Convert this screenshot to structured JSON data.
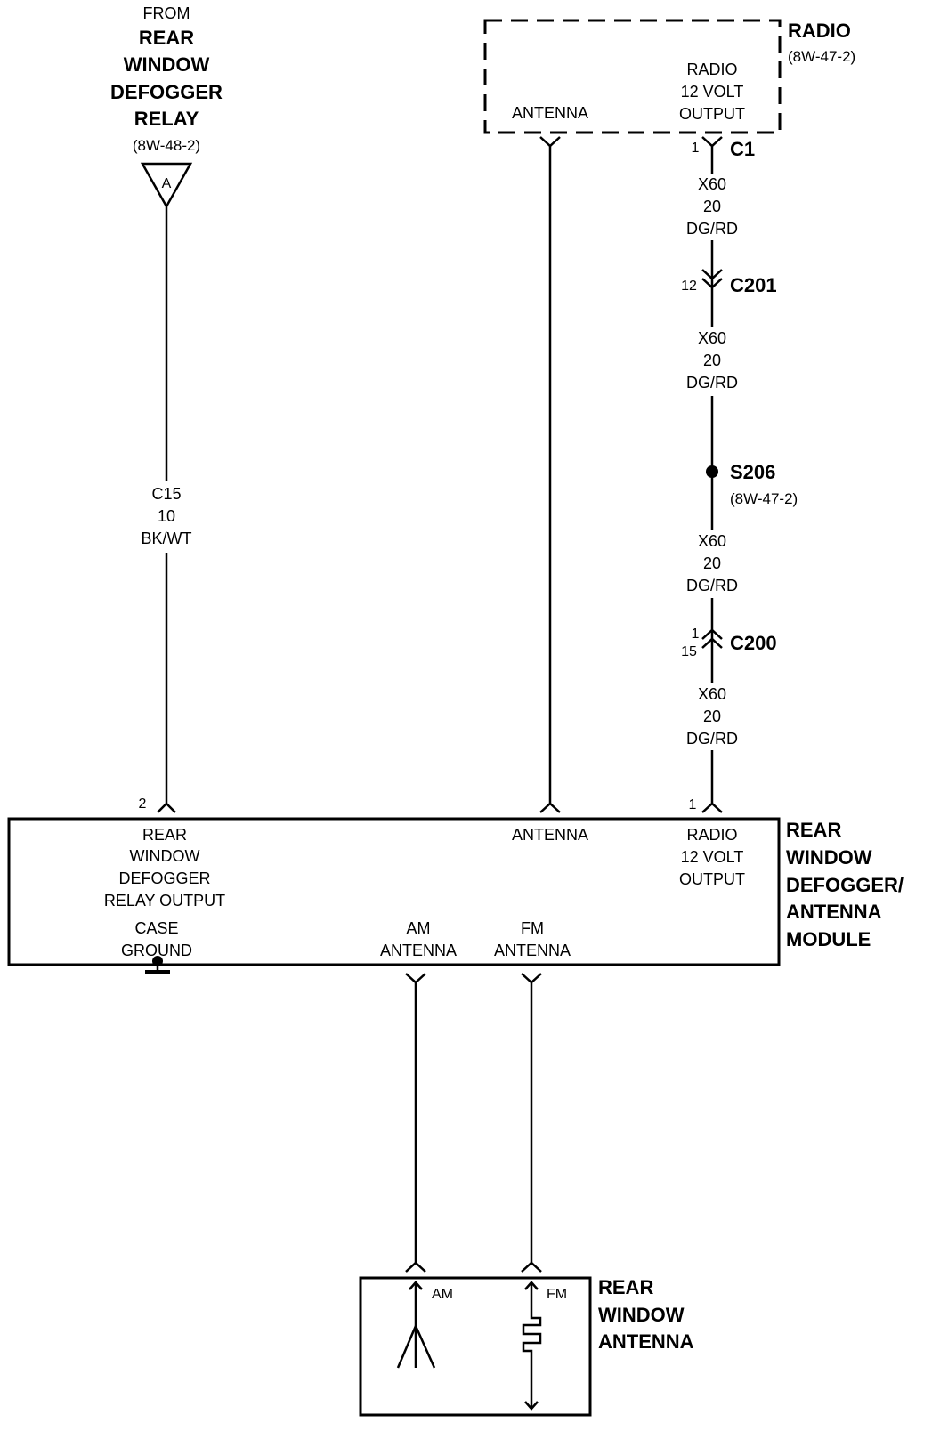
{
  "colors": {
    "ink": "#000000",
    "paper": "#ffffff"
  },
  "source": {
    "from_label": "FROM",
    "name_lines": [
      "REAR",
      "WINDOW",
      "DEFOGGER",
      "RELAY"
    ],
    "ref": "(8W-48-2)",
    "connector_letter": "A"
  },
  "defogger_wire": {
    "circuit": "C15",
    "gauge": "10",
    "color": "BK/WT"
  },
  "radio": {
    "name": "RADIO",
    "ref": "(8W-47-2)",
    "antenna_label": "ANTENNA",
    "output_label_lines": [
      "RADIO",
      "12 VOLT",
      "OUTPUT"
    ]
  },
  "feed_circuit": {
    "c1": {
      "name": "C1",
      "pin": "1"
    },
    "c201": {
      "name": "C201",
      "pin": "12"
    },
    "s206": {
      "name": "S206",
      "ref": "(8W-47-2)"
    },
    "c200": {
      "name": "C200",
      "pins": [
        "1",
        "15"
      ]
    },
    "segments": [
      {
        "circuit": "X60",
        "gauge": "20",
        "color": "DG/RD"
      },
      {
        "circuit": "X60",
        "gauge": "20",
        "color": "DG/RD"
      },
      {
        "circuit": "X60",
        "gauge": "20",
        "color": "DG/RD"
      },
      {
        "circuit": "X60",
        "gauge": "20",
        "color": "DG/RD"
      }
    ]
  },
  "module": {
    "name_lines": [
      "REAR",
      "WINDOW",
      "DEFOGGER/",
      "ANTENNA",
      "MODULE"
    ],
    "relay_pin": {
      "number": "2",
      "label_lines": [
        "REAR",
        "WINDOW",
        "DEFOGGER",
        "RELAY OUTPUT"
      ]
    },
    "antenna_pin_label": "ANTENNA",
    "radio_pin": {
      "number": "1",
      "label_lines": [
        "RADIO",
        "12 VOLT",
        "OUTPUT"
      ]
    },
    "ground_label_lines": [
      "CASE",
      "GROUND"
    ],
    "am_output_label_lines": [
      "AM",
      "ANTENNA"
    ],
    "fm_output_label_lines": [
      "FM",
      "ANTENNA"
    ]
  },
  "rear_window_antenna": {
    "name_lines": [
      "REAR",
      "WINDOW",
      "ANTENNA"
    ],
    "am_label": "AM",
    "fm_label": "FM"
  }
}
